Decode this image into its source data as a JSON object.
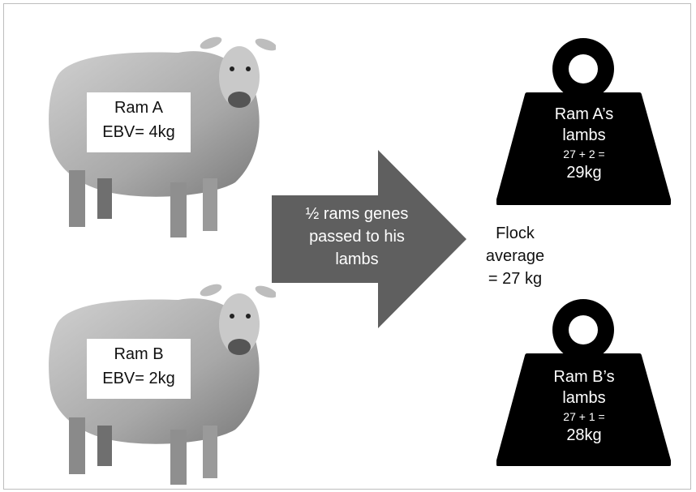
{
  "ram_a": {
    "name": "Ram A",
    "ebv": "EBV= 4kg"
  },
  "ram_b": {
    "name": "Ram B",
    "ebv": "EBV= 2kg"
  },
  "arrow": {
    "line1": "½ rams genes",
    "line2": "passed to his",
    "line3": "lambs"
  },
  "flock": {
    "line1": "Flock",
    "line2": "average",
    "line3": "= 27 kg"
  },
  "weight_a": {
    "line1": "Ram A’s",
    "line2": "lambs",
    "equation": "27 + 2 =",
    "result": "29kg"
  },
  "weight_b": {
    "line1": "Ram B’s",
    "line2": "lambs",
    "equation": "27 + 1 =",
    "result": "28kg"
  }
}
